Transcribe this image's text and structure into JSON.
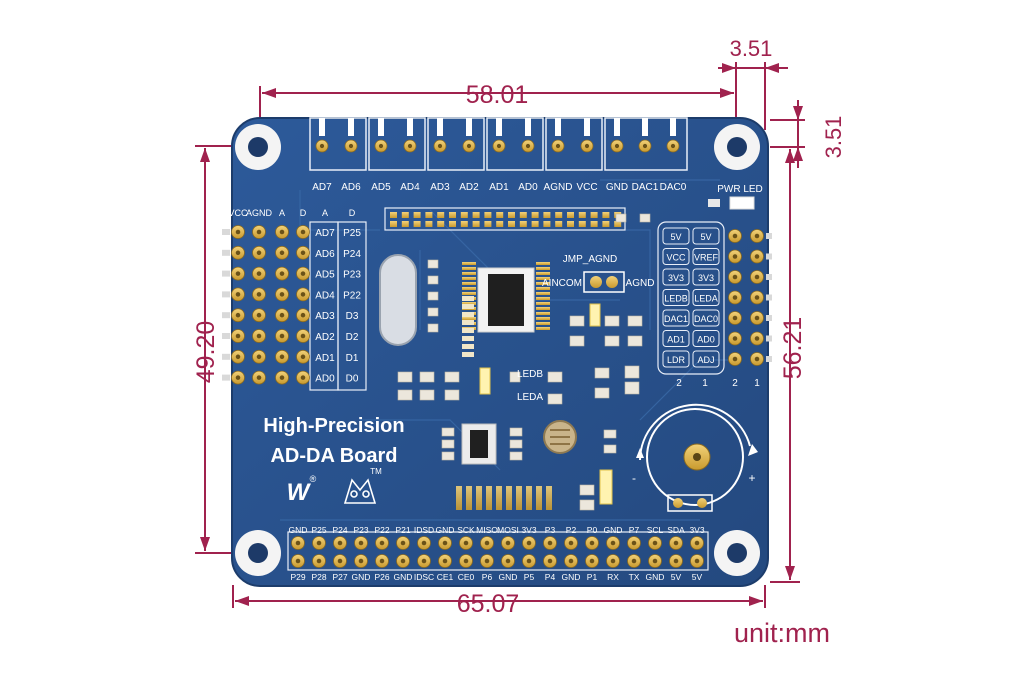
{
  "dimensions": {
    "top_width": "58.01",
    "top_offset": "3.51",
    "right_offset": "3.51",
    "left_height": "49.20",
    "right_height": "56.21",
    "bottom_width": "65.07",
    "unit_label": "unit:mm"
  },
  "board": {
    "title_line1": "High-Precision",
    "title_line2": "AD-DA Board",
    "pwr_label": "PWR LED",
    "jumper_label": "JMP_AGND",
    "ain_label": "AINCOM",
    "agnd_label": "AGND",
    "ledb_label": "LEDB",
    "leda_label": "LEDA",
    "top_terminals": [
      "AD7",
      "AD6",
      "AD5",
      "AD4",
      "AD3",
      "AD2",
      "AD1",
      "AD0",
      "AGND",
      "VCC",
      "GND",
      "DAC1",
      "DAC0"
    ],
    "left_header_cols": [
      "VCC",
      "AGND",
      "A",
      "D",
      "A",
      "D"
    ],
    "left_header_rows": [
      {
        "a": "AD7",
        "d": "P25"
      },
      {
        "a": "AD6",
        "d": "P24"
      },
      {
        "a": "AD5",
        "d": "P23"
      },
      {
        "a": "AD4",
        "d": "P22"
      },
      {
        "a": "AD3",
        "d": "D3"
      },
      {
        "a": "AD2",
        "d": "D2"
      },
      {
        "a": "AD1",
        "d": "D1"
      },
      {
        "a": "AD0",
        "d": "D0"
      }
    ],
    "right_header_rows": [
      [
        "5V",
        "5V"
      ],
      [
        "VCC",
        "VREF"
      ],
      [
        "3V3",
        "3V3"
      ],
      [
        "LEDB",
        "LEDA"
      ],
      [
        "DAC1",
        "DAC0"
      ],
      [
        "AD1",
        "AD0"
      ],
      [
        "LDR",
        "ADJ"
      ]
    ],
    "right_header_nums": [
      "2",
      "1",
      "2",
      "1"
    ],
    "gpio_top": [
      "GND",
      "P25",
      "P24",
      "P23",
      "P22",
      "P21",
      "IDSD",
      "GND",
      "SCK",
      "MISO",
      "MOSI",
      "3V3",
      "P3",
      "P2",
      "P0",
      "GND",
      "P7",
      "SCL",
      "SDA",
      "3V3"
    ],
    "gpio_bottom": [
      "P29",
      "P28",
      "P27",
      "GND",
      "P26",
      "GND",
      "IDSC",
      "CE1",
      "CE0",
      "P6",
      "GND",
      "P5",
      "P4",
      "GND",
      "P1",
      "RX",
      "TX",
      "GND",
      "5V",
      "5V"
    ],
    "pot_minus": "-",
    "pot_plus": "+",
    "logo_text": "W",
    "logo_mark": "®",
    "tm_mark": "TM"
  }
}
